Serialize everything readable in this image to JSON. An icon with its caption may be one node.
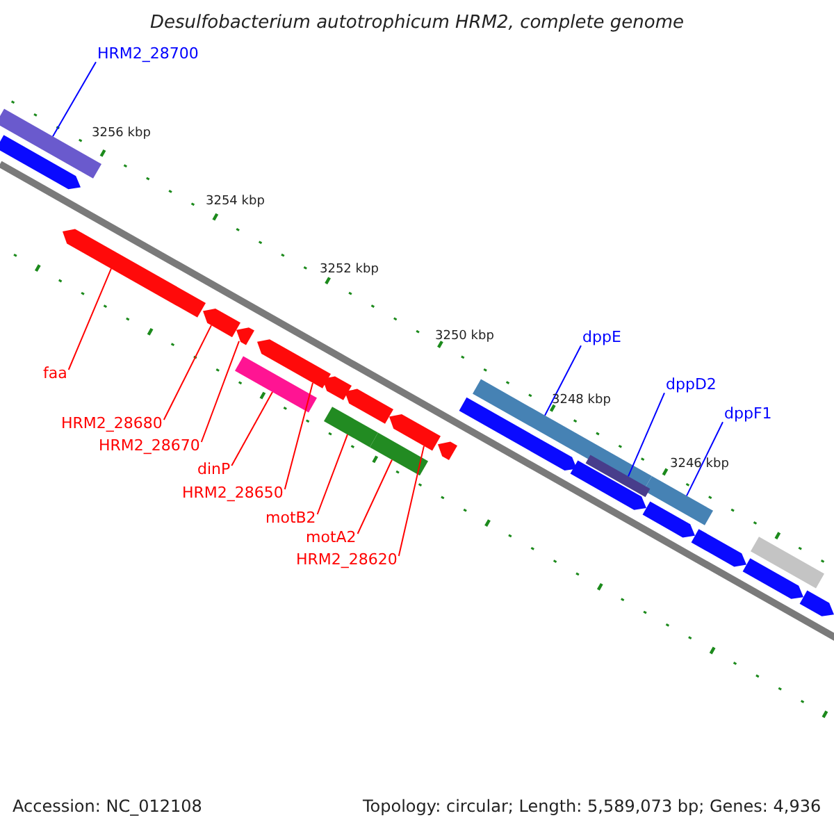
{
  "diagram": {
    "title": "Desulfobacterium autotrophicum HRM2, complete genome",
    "nodes": [
      {
        "text": [
          "HRM2_28700"
        ]
      },
      {
        "text": [],
        "shape": "bar"
      },
      {
        "text": [
          "faa"
        ]
      },
      {
        "text": [],
        "shape": "bar"
      },
      {
        "text": [
          "HRM2_28680"
        ]
      },
      {
        "text": [],
        "shape": "bar"
      },
      {
        "text": [
          "HRM2_28670"
        ]
      },
      {
        "text": [],
        "shape": "bar"
      },
      {
        "text": [
          "dinP"
        ]
      },
      {
        "text": [],
        "shape": "bar"
      },
      {
        "text": [
          "HRM2_28650"
        ]
      },
      {
        "text": [],
        "shape": "bar"
      },
      {
        "text": [
          "motB2"
        ]
      },
      {
        "text": [],
        "shape": "bar"
      },
      {
        "text": [
          "motA2"
        ]
      },
      {
        "text": [],
        "shape": "bar"
      },
      {
        "text": [
          "HRM2_28620"
        ]
      },
      {
        "text": [],
        "shape": "bar"
      },
      {
        "text": [
          "dppE"
        ]
      },
      {
        "text": [],
        "shape": "bar"
      },
      {
        "text": [
          "dppD2"
        ]
      },
      {
        "text": [],
        "shape": "bar"
      },
      {
        "text": [
          "dppF1"
        ]
      },
      {
        "text": [],
        "shape": "bar"
      },
      {
        "text": [],
        "shape": "bar"
      },
      {
        "text": [],
        "shape": "bar"
      },
      {
        "text": [],
        "shape": "bar"
      },
      {
        "text": [],
        "shape": "bar"
      },
      {
        "text": [],
        "shape": "bar"
      },
      {
        "text": [],
        "shape": "bar"
      },
      {
        "text": [],
        "shape": "bar"
      },
      {
        "text": [],
        "shape": "bar"
      },
      {
        "text": [],
        "shape": "bar"
      },
      {
        "text": [],
        "shape": "bar"
      },
      {
        "text": [],
        "shape": "bar"
      }
    ],
    "edges": [
      {
        "from": 0,
        "to": 1,
        "arrow": "none",
        "color": "#0000ff"
      },
      {
        "from": 2,
        "to": 3,
        "arrow": "none"
      },
      {
        "from": 4,
        "to": 5,
        "arrow": "none"
      },
      {
        "from": 6,
        "to": 7,
        "arrow": "none"
      },
      {
        "from": 8,
        "to": 9,
        "arrow": "none"
      },
      {
        "from": 10,
        "to": 11,
        "arrow": "none"
      },
      {
        "from": 12,
        "to": 13,
        "arrow": "none"
      },
      {
        "from": 14,
        "to": 15,
        "arrow": "none"
      },
      {
        "from": 16,
        "to": 17,
        "arrow": "none"
      },
      {
        "from": 18,
        "to": 19,
        "arrow": "none",
        "color": "#0000ff"
      },
      {
        "from": 20,
        "to": 21,
        "arrow": "none",
        "color": "#0000ff"
      },
      {
        "from": 22,
        "to": 23,
        "arrow": "none",
        "color": "#0000ff"
      }
    ],
    "labels": [
      "3256 kbp",
      "3254 kbp",
      "3252 kbp",
      "3250 kbp",
      "3248 kbp",
      "3246 kbp",
      "Accession: NC_012108",
      "Topology: circular; Length: 5,589,073 bp; Genes: 4,936"
    ]
  }
}
